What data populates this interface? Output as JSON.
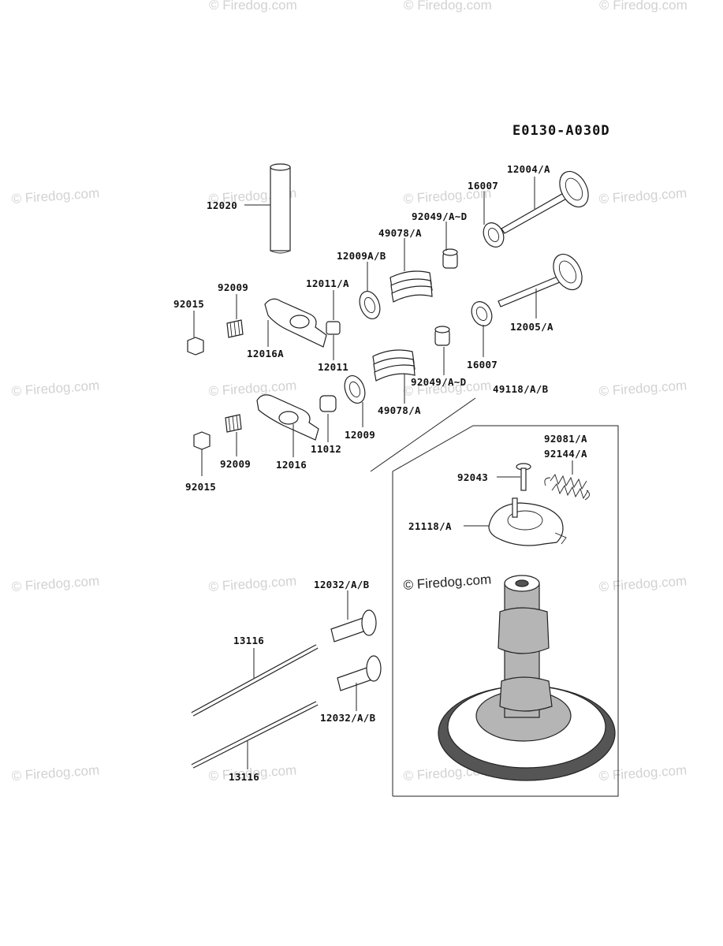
{
  "diagram": {
    "code": "E0130-A030D",
    "labels": {
      "p12020": "12020",
      "p12004a": "12004/A",
      "p16007_top": "16007",
      "p92049_top": "92049/A~D",
      "p49078_top": "49078/A",
      "p12009ab": "12009A/B",
      "p12011a": "12011/A",
      "p92009_top": "92009",
      "p92015_top": "92015",
      "p12016a": "12016A",
      "p12011": "12011",
      "p12005a": "12005/A",
      "p16007_mid": "16007",
      "p92049_mid": "92049/A~D",
      "p49078_mid": "49078/A",
      "p49118ab": "49118/A/B",
      "p12009": "12009",
      "p11012": "11012",
      "p12016": "12016",
      "p92009_bot": "92009",
      "p92015_bot": "92015",
      "p92081a": "92081/A",
      "p92144a": "92144/A",
      "p92043": "92043",
      "p21118a": "21118/A",
      "p12032ab_top": "12032/A/B",
      "p13116_top": "13116",
      "p12032ab_bot": "12032/A/B",
      "p13116_bot": "13116"
    }
  },
  "watermark": {
    "text": "© Firedog.com",
    "inline_text": "© Firedog.com"
  }
}
